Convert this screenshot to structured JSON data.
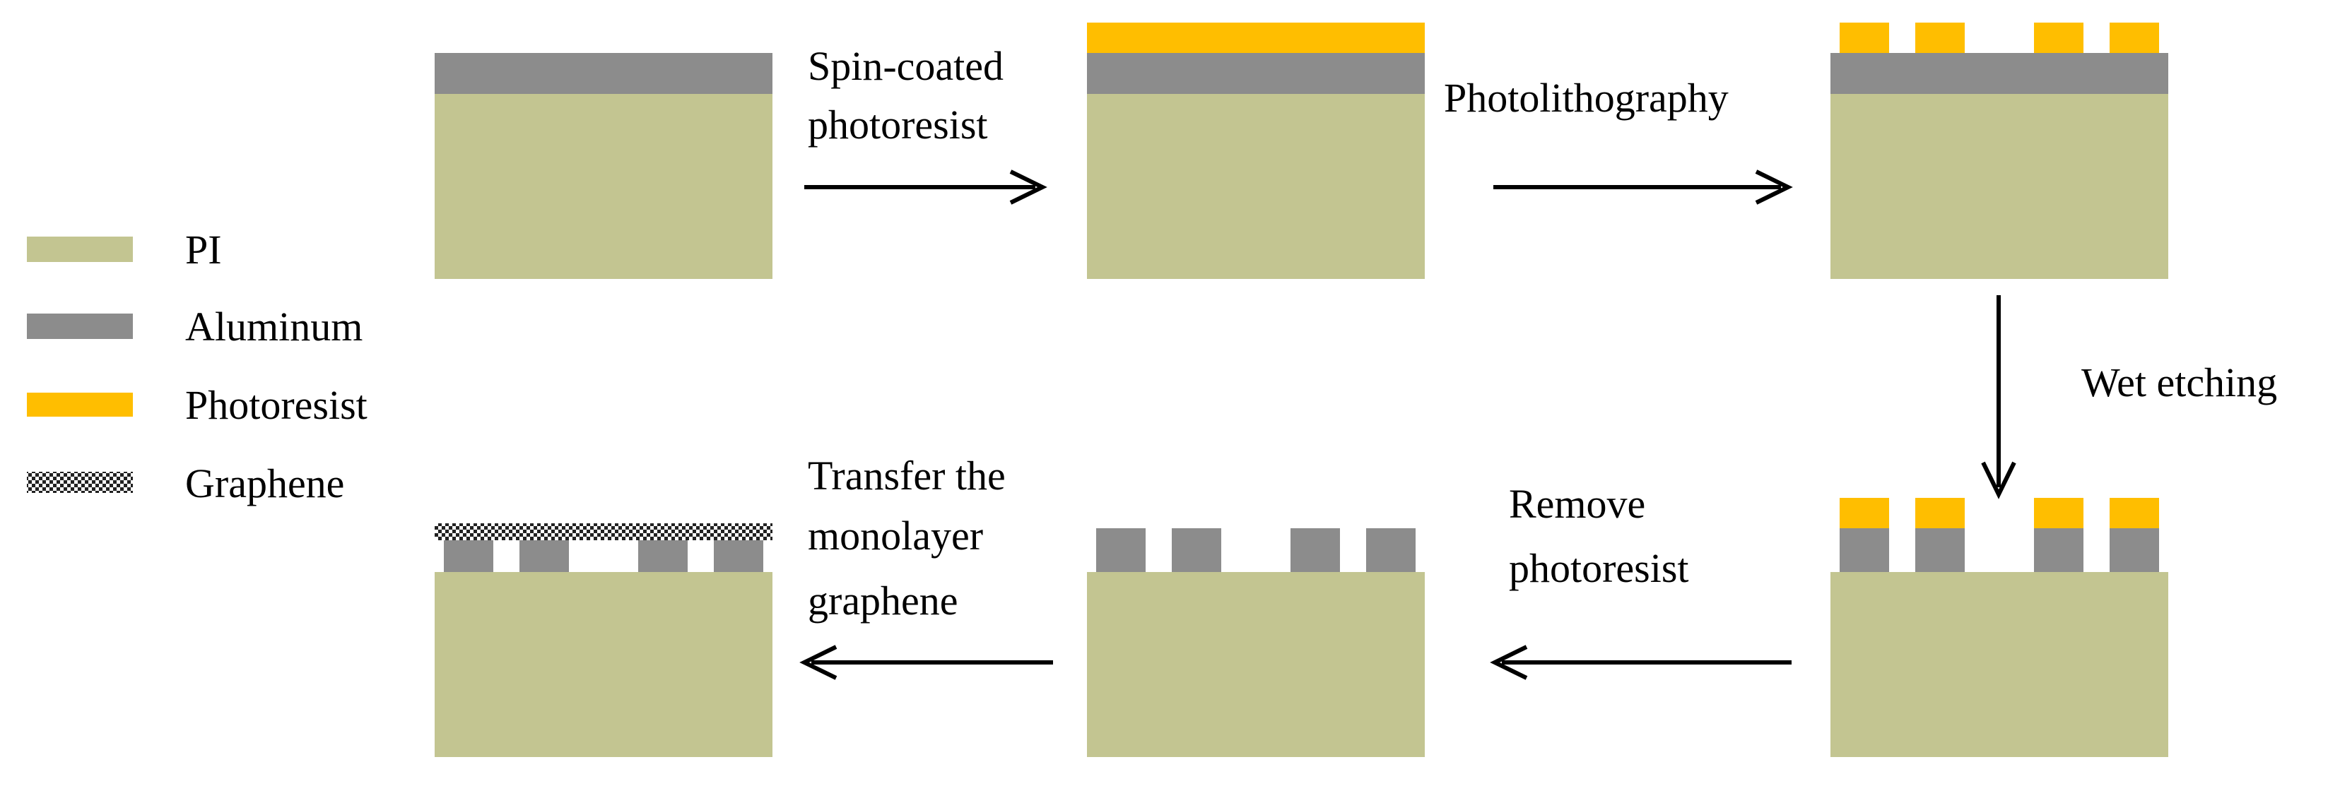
{
  "colors": {
    "pi": "#c3c591",
    "aluminum": "#8c8c8c",
    "photoresist": "#ffbe00",
    "arrow": "#000000"
  },
  "legend": [
    {
      "label": "PI",
      "material": "pi"
    },
    {
      "label": "Aluminum",
      "material": "aluminum"
    },
    {
      "label": "Photoresist",
      "material": "photoresist"
    },
    {
      "label": "Graphene",
      "material": "graphene"
    }
  ],
  "steps": {
    "spin_coat": {
      "lines": [
        "Spin-coated",
        "photoresist"
      ]
    },
    "photolithography": {
      "lines": [
        "Photolithography"
      ]
    },
    "wet_etching": {
      "lines": [
        "Wet etching"
      ]
    },
    "remove_photoresist": {
      "lines": [
        "Remove",
        "photoresist"
      ]
    },
    "transfer_graphene": {
      "lines": [
        "Transfer the",
        "monolayer",
        "graphene"
      ]
    }
  },
  "stages": [
    {
      "name": "al-on-pi",
      "layers": [
        "pi",
        "aluminum"
      ]
    },
    {
      "name": "photoresist-coated",
      "layers": [
        "pi",
        "aluminum",
        "photoresist"
      ]
    },
    {
      "name": "patterned-photoresist",
      "layers": [
        "pi",
        "aluminum",
        "photoresist-pattern"
      ]
    },
    {
      "name": "etched-aluminum",
      "layers": [
        "pi",
        "aluminum-pattern",
        "photoresist-pattern"
      ]
    },
    {
      "name": "aluminum-pattern",
      "layers": [
        "pi",
        "aluminum-pattern"
      ]
    },
    {
      "name": "graphene-on-aluminum",
      "layers": [
        "pi",
        "aluminum-pattern",
        "graphene"
      ]
    }
  ]
}
